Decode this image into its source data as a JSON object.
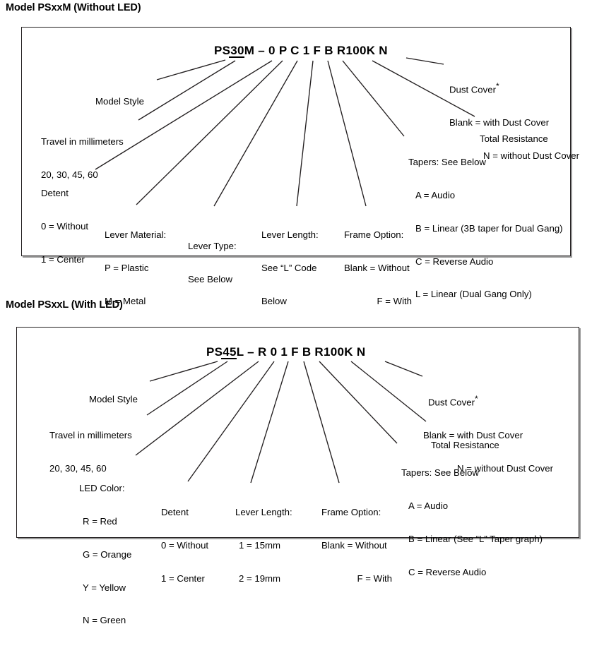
{
  "document": {
    "type": "part-number-breakdown-diagram",
    "ink_color": "#231f20",
    "background_color": "#ffffff"
  },
  "diagram1": {
    "title": "Model PSxxM (Without LED)",
    "part_number": "PS30M – 0 P C 1 F B R100K N",
    "callouts": {
      "model_style": "Model Style",
      "travel_title": "Travel in millimeters",
      "travel_values": "20, 30, 45, 60",
      "detent_title": "Detent",
      "detent_0": "0 = Without",
      "detent_1": "1 = Center",
      "lever_material_title": "Lever Material:",
      "lever_material_p": "P = Plastic",
      "lever_material_m": "M = Metal",
      "lever_type_title": "Lever Type:",
      "lever_type_value": "See Below",
      "lever_length_title": "Lever Length:",
      "lever_length_l1": "See “L” Code",
      "lever_length_l2": "Below",
      "frame_option_title": "Frame Option:",
      "frame_blank": "Blank = Without",
      "frame_f": "F = With",
      "tapers_title": "Tapers: See Below",
      "tapers_a": "A = Audio",
      "tapers_b": "B = Linear (3B taper for Dual Gang)",
      "tapers_c": "C = Reverse Audio",
      "tapers_l": "L = Linear (Dual Gang Only)",
      "total_resistance": "Total Resistance",
      "dust_cover_title": "Dust Cover",
      "dust_cover_asterisk": "*",
      "dust_cover_blank": "Blank = with Dust Cover",
      "dust_cover_n": "N = without Dust Cover"
    }
  },
  "diagram2": {
    "title": "Model PSxxL (With LED)",
    "part_number": "PS45L – R 0 1 F B R100K N",
    "callouts": {
      "model_style": "Model Style",
      "travel_title": "Travel in millimeters",
      "travel_values": "20, 30, 45, 60",
      "led_color_title": "LED Color:",
      "led_r": "R = Red",
      "led_g": "G = Orange",
      "led_y": "Y = Yellow",
      "led_n": "N = Green",
      "detent_title": "Detent",
      "detent_0": "0 = Without",
      "detent_1": "1 = Center",
      "lever_length_title": "Lever Length:",
      "lever_length_1": "1 = 15mm",
      "lever_length_2": "2 = 19mm",
      "frame_option_title": "Frame Option:",
      "frame_blank": "Blank = Without",
      "frame_f": "F = With",
      "tapers_title": "Tapers: See Below",
      "tapers_a": "A = Audio",
      "tapers_b": "B = Linear (See “L” Taper graph)",
      "tapers_c": "C = Reverse Audio",
      "total_resistance": "Total Resistance",
      "dust_cover_title": "Dust Cover",
      "dust_cover_asterisk": "*",
      "dust_cover_blank": "Blank = with Dust Cover",
      "dust_cover_n": "N = without Dust Cover"
    }
  }
}
